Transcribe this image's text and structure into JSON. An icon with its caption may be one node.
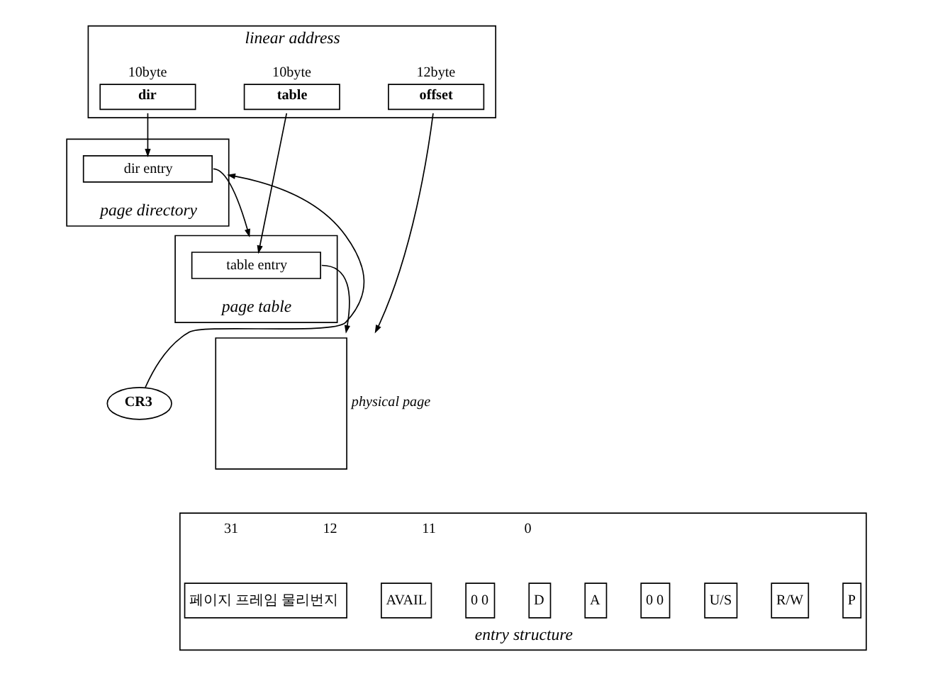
{
  "diagram": {
    "nodes": [
      {
        "text": [
          "linear address"
        ]
      },
      {
        "text": [
          "dir"
        ],
        "in": 0,
        "beside": [
          "10byte"
        ]
      },
      {
        "text": [
          "table"
        ],
        "in": 0,
        "beside": [
          "10byte"
        ]
      },
      {
        "text": [
          "offset"
        ],
        "in": 0,
        "beside": [
          "12byte"
        ]
      },
      {
        "text": [
          "page directory"
        ]
      },
      {
        "text": [
          "dir entry"
        ],
        "in": 4
      },
      {
        "text": [
          "page table"
        ]
      },
      {
        "text": [
          "table entry"
        ],
        "in": 6
      },
      {
        "text": [
          "physical page"
        ]
      },
      {
        "text": [
          "CR3"
        ]
      },
      {
        "text": [
          "entry structure"
        ]
      },
      {
        "text": [
          "페이지 프레임 물리번지"
        ],
        "in": 10
      },
      {
        "text": [
          "AVAIL"
        ],
        "in": 10
      },
      {
        "text": [
          "0 0"
        ],
        "in": 10
      },
      {
        "text": [
          "D"
        ],
        "in": 10
      },
      {
        "text": [
          "A"
        ],
        "in": 10
      },
      {
        "text": [
          "0 0"
        ],
        "in": 10
      },
      {
        "text": [
          "U/S"
        ],
        "in": 10
      },
      {
        "text": [
          "R/W"
        ],
        "in": 10
      },
      {
        "text": [
          "P"
        ],
        "in": 10
      }
    ],
    "edges": [
      {
        "from": 1,
        "to": 5,
        "arrow": "to"
      },
      {
        "from": 2,
        "to": 7,
        "arrow": "to"
      },
      {
        "from": 3,
        "to": 8,
        "arrow": "to"
      },
      {
        "from": 5,
        "to": 6,
        "arrow": "to"
      },
      {
        "from": 7,
        "to": 8,
        "arrow": "to"
      },
      {
        "from": 9,
        "to": 4,
        "arrow": "to"
      }
    ],
    "labels": [
      "31",
      "12",
      "11",
      "0"
    ]
  }
}
